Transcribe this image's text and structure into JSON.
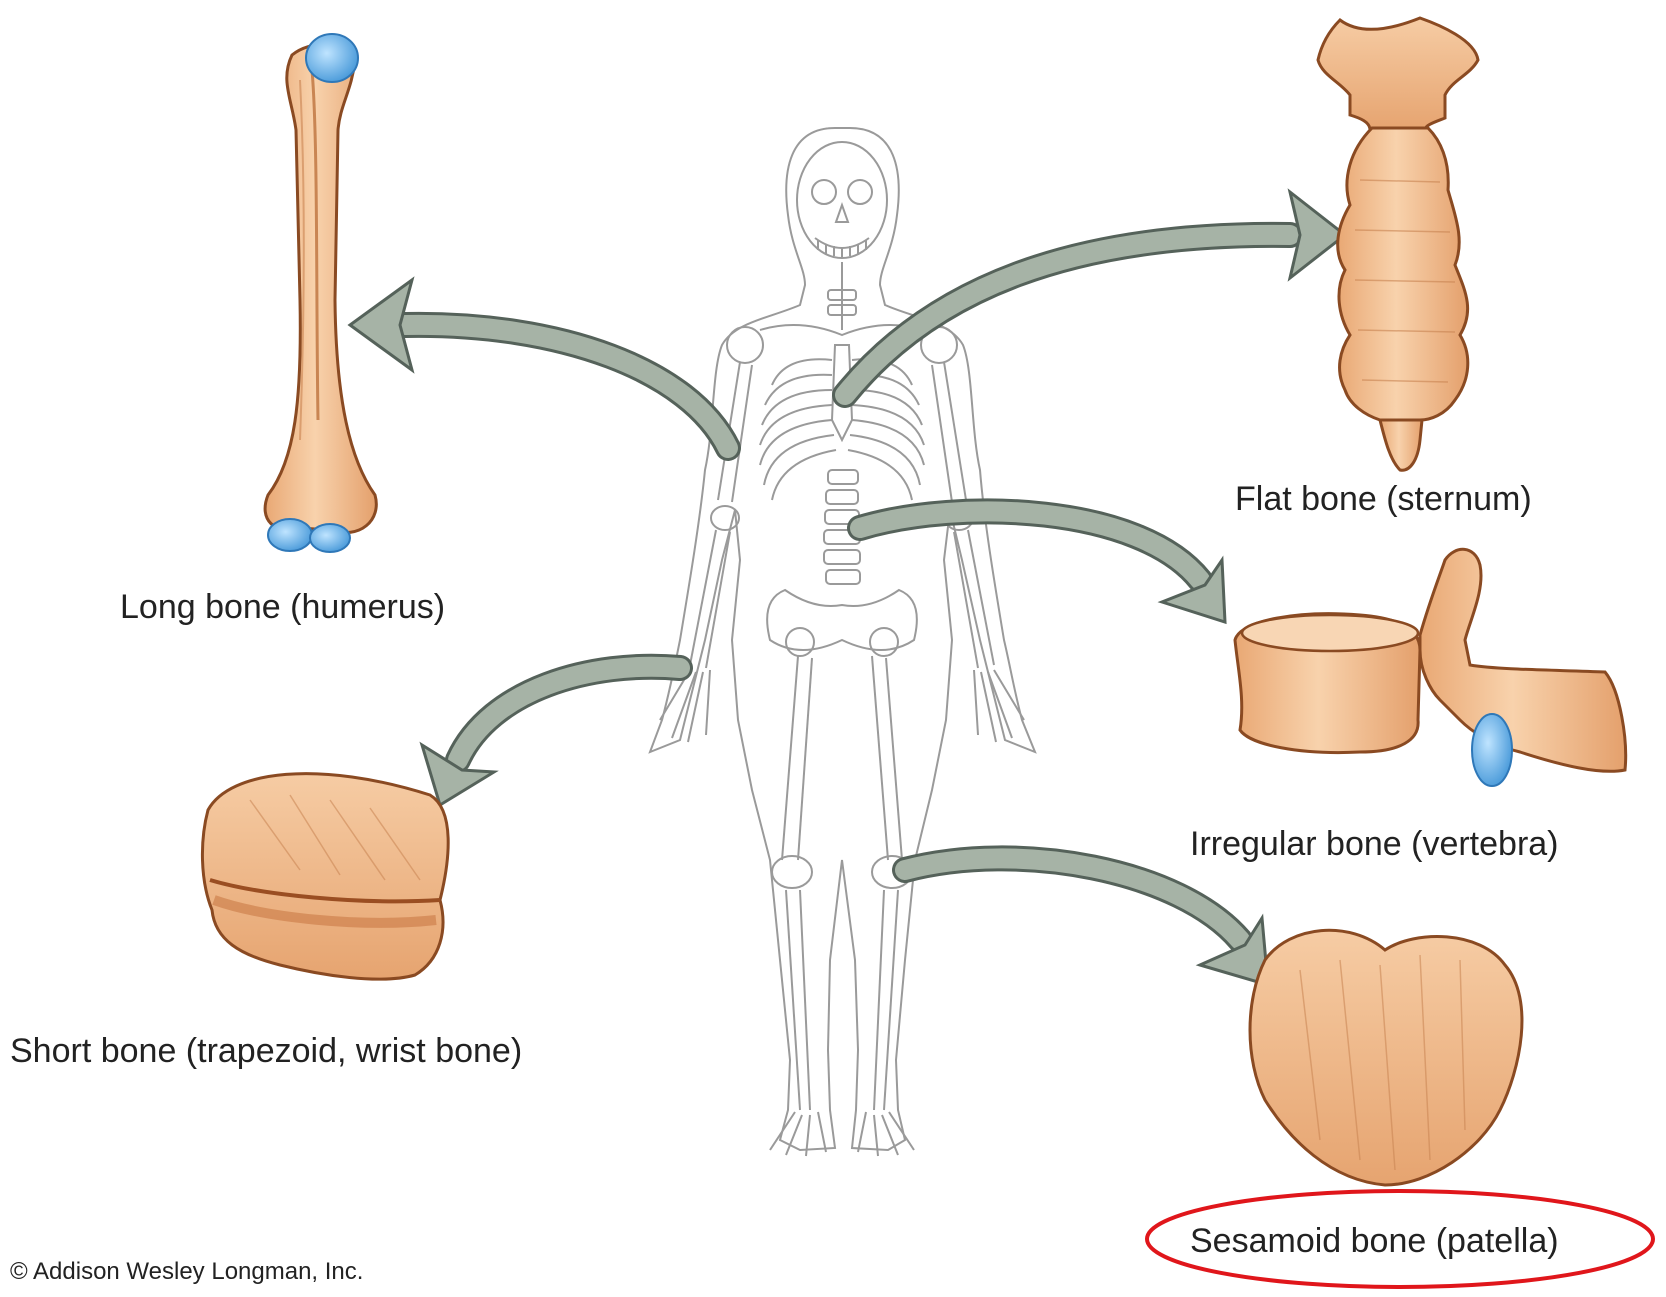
{
  "labels": {
    "long_bone": "Long bone (humerus)",
    "flat_bone": "Flat bone (sternum)",
    "irregular_bone": "Irregular bone (vertebra)",
    "short_bone": "Short bone (trapezoid, wrist bone)",
    "sesamoid_bone": "Sesamoid bone (patella)"
  },
  "copyright": "© Addison Wesley Longman, Inc.",
  "colors": {
    "bone_fill": "#F2BE8E",
    "bone_outline": "#8A4A22",
    "cartilage": "#5FB0E8",
    "arrow_fill": "#A6B3A6",
    "arrow_outline": "#55625A",
    "skeleton_line": "#9A9A9A",
    "highlight_circle": "#E0161B"
  }
}
